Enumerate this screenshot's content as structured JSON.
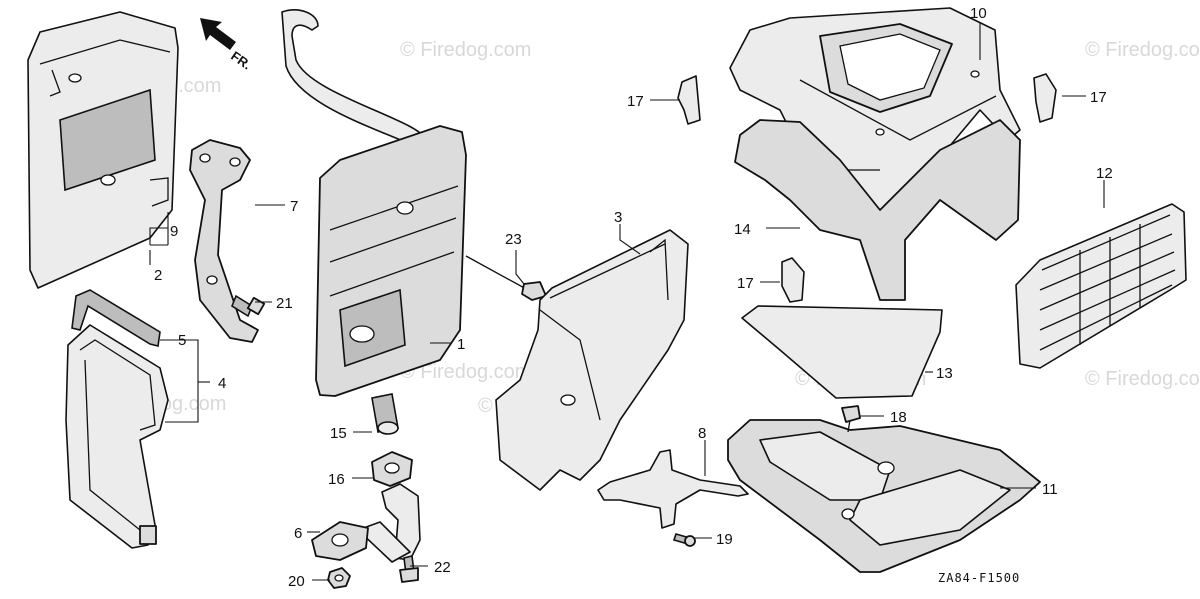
{
  "diagram": {
    "direction_label": "FR.",
    "drawing_code": "ZA84-F1500",
    "watermark": "© Firedog.com",
    "callouts": {
      "c1": "1",
      "c2": "2",
      "c3": "3",
      "c4": "4",
      "c5": "5",
      "c6": "6",
      "c7": "7",
      "c8": "8",
      "c9": "9",
      "c10": "10",
      "c11": "11",
      "c12": "12",
      "c13": "13",
      "c14": "14",
      "c15": "15",
      "c16": "16",
      "c17a": "17",
      "c17b": "17",
      "c17c": "17",
      "c18": "18",
      "c19": "19",
      "c20": "20",
      "c21": "21",
      "c22": "22",
      "c23": "23"
    }
  }
}
